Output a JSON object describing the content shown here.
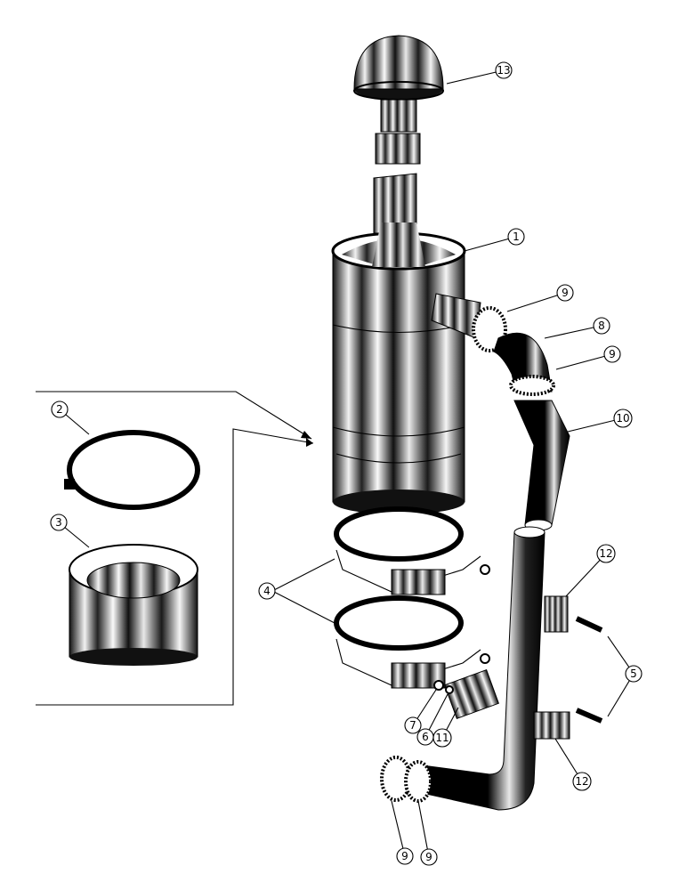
{
  "diagram": {
    "callouts": [
      {
        "id": "c13",
        "label": "13"
      },
      {
        "id": "c1",
        "label": "1"
      },
      {
        "id": "c9a",
        "label": "9"
      },
      {
        "id": "c8",
        "label": "8"
      },
      {
        "id": "c9b",
        "label": "9"
      },
      {
        "id": "c10",
        "label": "10"
      },
      {
        "id": "c2",
        "label": "2"
      },
      {
        "id": "c3",
        "label": "3"
      },
      {
        "id": "c4",
        "label": "4"
      },
      {
        "id": "c12a",
        "label": "12"
      },
      {
        "id": "c5",
        "label": "5"
      },
      {
        "id": "c7",
        "label": "7"
      },
      {
        "id": "c6",
        "label": "6"
      },
      {
        "id": "c11",
        "label": "11"
      },
      {
        "id": "c12b",
        "label": "12"
      },
      {
        "id": "c9c",
        "label": "9"
      },
      {
        "id": "c9d",
        "label": "9"
      }
    ]
  }
}
